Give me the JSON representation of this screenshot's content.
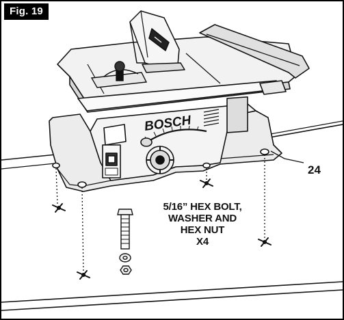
{
  "figure": {
    "label": "Fig. 19",
    "brand_text": "BOSCH",
    "callout_number": "24",
    "hardware_note_lines": [
      "5/16” HEX BOLT,",
      "WASHER AND",
      "HEX NUT",
      "X4"
    ]
  },
  "colors": {
    "ink": "#111111",
    "frame": "#000000",
    "body": "#e6e6e6",
    "table_top": "#f2f2f2"
  }
}
